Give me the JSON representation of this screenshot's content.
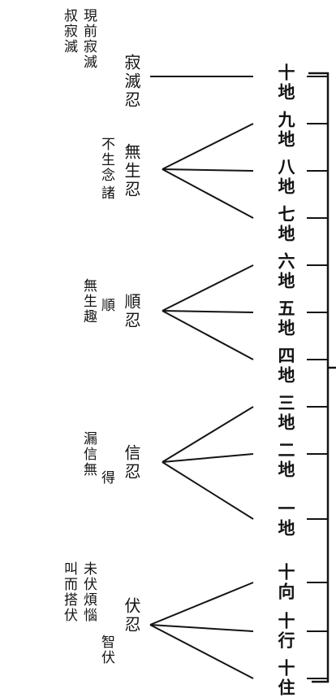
{
  "stages": [
    {
      "id": "s10",
      "label": "十地"
    },
    {
      "id": "s9",
      "label": "九地"
    },
    {
      "id": "s8",
      "label": "八地"
    },
    {
      "id": "s7",
      "label": "七地"
    },
    {
      "id": "s6",
      "label": "六地"
    },
    {
      "id": "s5",
      "label": "五地"
    },
    {
      "id": "s4",
      "label": "四地"
    },
    {
      "id": "s3",
      "label": "三地"
    },
    {
      "id": "s2",
      "label": "二地"
    },
    {
      "id": "s1",
      "label": "一地"
    },
    {
      "id": "p10x",
      "label": "十向"
    },
    {
      "id": "p10h",
      "label": "十行"
    },
    {
      "id": "p10z",
      "label": "十住"
    }
  ],
  "groups": [
    {
      "id": "jimie",
      "ren": "寂滅忍",
      "desc": [
        "現前寂滅",
        "叔寂滅"
      ]
    },
    {
      "id": "wusheng",
      "ren": "無生忍",
      "desc": [
        "不生念",
        "諸"
      ]
    },
    {
      "id": "shun",
      "ren": "順忍",
      "desc": [
        "順",
        "無生趣"
      ]
    },
    {
      "id": "xin",
      "ren": "信忍",
      "desc": [
        "得",
        "漏信無"
      ]
    },
    {
      "id": "fu",
      "ren": "伏忍",
      "desc": [
        "智伏",
        "未伏煩惱",
        "叫而搭伏"
      ]
    }
  ]
}
